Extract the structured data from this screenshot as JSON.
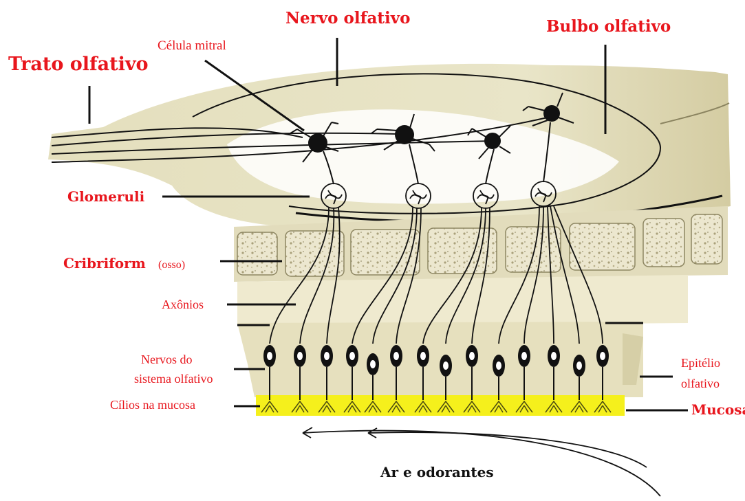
{
  "labels": {
    "trato_olfativo": "Trato olfativo",
    "nervo_olfativo": "Nervo olfativo",
    "bulbo_olfativo": "Bulbo olfativo",
    "celula_mitral": "Célula mitral",
    "glomeruli": "Glomeruli",
    "cribriform": "Cribriform",
    "cribriform_sub": "(osso)",
    "axonios": "Axônios",
    "nervos_line1": "Nervos do",
    "nervos_line2": "sistema olfativo",
    "cilios": "Cílios na mucosa",
    "epitelio_line1": "Epitélio",
    "epitelio_line2": "olfativo",
    "mucosa": "Mucosa",
    "ar_odorantes": "Ar e odorantes"
  },
  "colors": {
    "label_red": "#e8161d",
    "tissue": "#e9e4c6",
    "tissue_dark": "#cfc79c",
    "bone": "#ebe6cc",
    "mucosa": "#f5f01c",
    "white_panel": "#ffffff"
  }
}
